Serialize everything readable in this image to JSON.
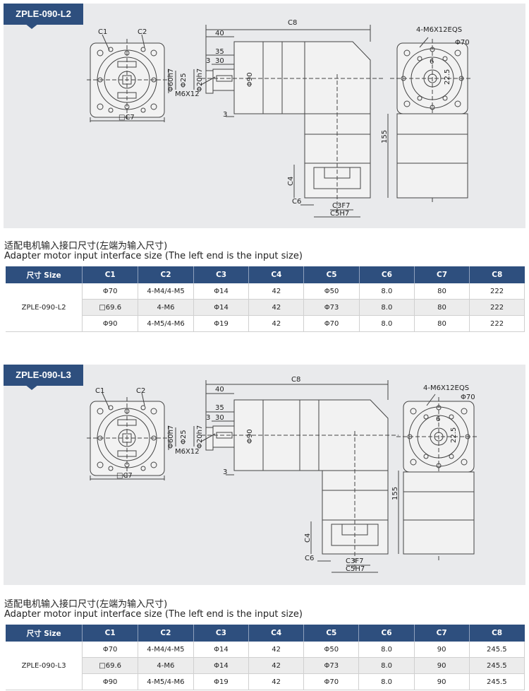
{
  "colors": {
    "header_bg": "#2e4f7e",
    "panel_bg": "#e9eaec",
    "stripe": "#ececec"
  },
  "section1": {
    "model_tag": "ZPLE-090-L2",
    "labels": {
      "c1": "C1",
      "c2": "C2",
      "c7": "□C7",
      "c8": "C8",
      "c4": "C4",
      "c6": "C6",
      "c3": "C3F7",
      "c5": "C5H7",
      "d40": "40",
      "d35": "35",
      "d30": "30",
      "d3a": "3",
      "d3b": "3",
      "phi60": "Φ60h7",
      "phi25": "Φ25",
      "phi20": "Φ20h7",
      "m6x12": "M6X12",
      "phi90": "Φ90",
      "h155": "155",
      "holes": "4-M6X12EQS",
      "phi70": "Φ70",
      "d6": "6",
      "d225": "22.5"
    },
    "caption_cn": "适配电机输入接口尺寸(左端为输入尺寸)",
    "caption_en": "Adapter motor input interface size (The left end is the input size)",
    "table": {
      "headers": [
        "尺寸 Size",
        "C1",
        "C2",
        "C3",
        "C4",
        "C5",
        "C6",
        "C7",
        "C8"
      ],
      "model": "ZPLE-090-L2",
      "rows": [
        [
          "Φ70",
          "4-M4/4-M5",
          "Φ14",
          "42",
          "Φ50",
          "8.0",
          "80",
          "222"
        ],
        [
          "□69.6",
          "4-M6",
          "Φ14",
          "42",
          "Φ73",
          "8.0",
          "80",
          "222"
        ],
        [
          "Φ90",
          "4-M5/4-M6",
          "Φ19",
          "42",
          "Φ70",
          "8.0",
          "80",
          "222"
        ]
      ]
    }
  },
  "section2": {
    "model_tag": "ZPLE-090-L3",
    "labels": {
      "c1": "C1",
      "c2": "C2",
      "c7": "□C7",
      "c8": "C8",
      "c4": "C4",
      "c6": "C6",
      "c3": "C3F7",
      "c5": "C5H7",
      "d40": "40",
      "d35": "35",
      "d30": "30",
      "d3a": "3",
      "d3b": "3",
      "phi60": "Φ60h7",
      "phi25": "Φ25",
      "phi20": "Φ20h7",
      "m6x12": "M6X12",
      "phi90": "Φ90",
      "h155": "155",
      "holes": "4-M6X12EQS",
      "phi70": "Φ70",
      "d6": "6",
      "d225": "22.5"
    },
    "caption_cn": "适配电机输入接口尺寸(左端为输入尺寸)",
    "caption_en": "Adapter motor input interface size (The left end is the input size)",
    "table": {
      "headers": [
        "尺寸 Size",
        "C1",
        "C2",
        "C3",
        "C4",
        "C5",
        "C6",
        "C7",
        "C8"
      ],
      "model": "ZPLE-090-L3",
      "rows": [
        [
          "Φ70",
          "4-M4/4-M5",
          "Φ14",
          "42",
          "Φ50",
          "8.0",
          "90",
          "245.5"
        ],
        [
          "□69.6",
          "4-M6",
          "Φ14",
          "42",
          "Φ73",
          "8.0",
          "90",
          "245.5"
        ],
        [
          "Φ90",
          "4-M5/4-M6",
          "Φ19",
          "42",
          "Φ70",
          "8.0",
          "90",
          "245.5"
        ]
      ]
    }
  }
}
